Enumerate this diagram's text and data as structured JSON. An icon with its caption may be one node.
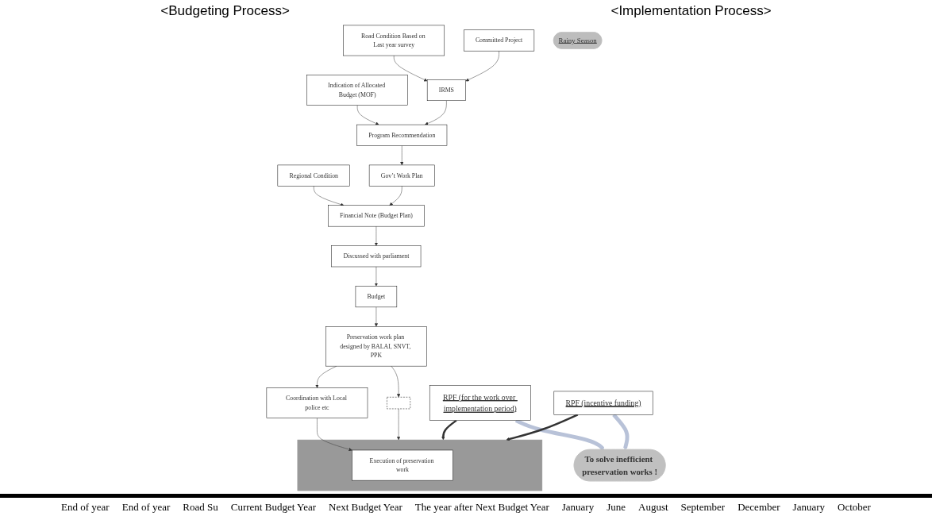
{
  "diagram": {
    "nodes": [
      {
        "text": [
          "Committed Project"
        ]
      },
      {
        "text": [
          "Indication of Allocated Budget (MOF)"
        ]
      },
      {
        "text": [
          "Regional Condition"
        ]
      },
      {
        "text": [
          "IRMS"
        ]
      },
      {
        "text": [
          "Program Recommendation"
        ]
      },
      {
        "text": [
          "Road Condition Based on Last year survey"
        ]
      },
      {
        "text": [
          "Gov’t Work Plan"
        ]
      },
      {
        "text": [
          "Financial Note (Budget Plan)"
        ]
      },
      {
        "text": [
          "Discussed with parliament"
        ]
      },
      {
        "text": [
          "Budget"
        ]
      },
      {
        "text": [
          "Preservation work plan designed by BALAI, SNVT, PPK"
        ]
      },
      {
        "text": [
          "Coordination with Local police etc"
        ]
      },
      {
        "text": [],
        "shape": "box"
      },
      {
        "text": [],
        "shape": "bar"
      },
      {
        "text": [
          "Execution of preservation work"
        ],
        "in": 13
      },
      {
        "text": [
          "To solve inefficient preservation works !"
        ]
      },
      {
        "text": [
          "RPF (for the work over implementation period)"
        ]
      },
      {
        "text": [
          "RPF (incentive funding)"
        ]
      },
      {
        "text": [
          "Rainy Season"
        ]
      }
    ],
    "edges": [
      {
        "from": 0,
        "to": 3,
        "arrow": "to"
      },
      {
        "from": 1,
        "to": 4,
        "arrow": "to"
      },
      {
        "from": 3,
        "to": 4,
        "arrow": "to"
      },
      {
        "from": 5,
        "to": 3,
        "arrow": "to"
      },
      {
        "from": 4,
        "to": 6,
        "arrow": "to"
      },
      {
        "from": 6,
        "to": 7,
        "arrow": "to"
      },
      {
        "from": 2,
        "to": 7,
        "arrow": "to"
      },
      {
        "from": 7,
        "to": 8,
        "arrow": "to"
      },
      {
        "from": 8,
        "to": 9,
        "arrow": "to"
      },
      {
        "from": 9,
        "to": 10,
        "arrow": "to"
      },
      {
        "from": 10,
        "to": 12,
        "arrow": "to"
      },
      {
        "from": 10,
        "to": 11,
        "arrow": "to"
      },
      {
        "from": 12,
        "to": 13,
        "arrow": "to"
      },
      {
        "from": 11,
        "to": 14,
        "arrow": "to"
      },
      {
        "from": 16,
        "to": 15,
        "arrow": "to",
        "style": "thick",
        "color": "#b8c2d8"
      },
      {
        "from": 17,
        "to": 15,
        "arrow": "to",
        "style": "thick",
        "color": "#b8c2d8"
      },
      {
        "from": 17,
        "to": 13,
        "arrow": "to",
        "style": "thick"
      },
      {
        "from": 16,
        "to": 13,
        "arrow": "to",
        "style": "thick"
      }
    ],
    "labels": [
      "<Budgeting Process>",
      "<Implementation Process>",
      "End of year",
      "End of year",
      "Road Su",
      "Current Budget Year",
      "Next Budget Year",
      "The year after Next Budget Year",
      "January",
      "June",
      "August",
      "September",
      "December",
      "January",
      "October"
    ]
  }
}
